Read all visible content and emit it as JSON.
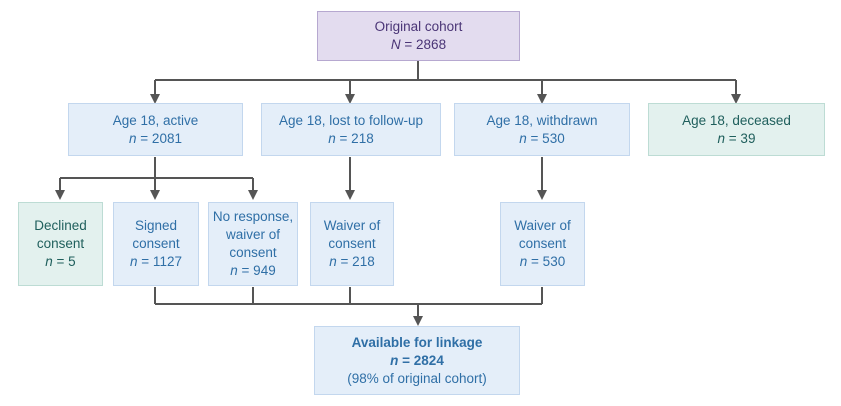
{
  "original": {
    "title": "Original cohort",
    "n_label": "N",
    "n_value": " = 2868"
  },
  "level1": [
    {
      "label": "Age 18, active",
      "n_label": "n",
      "n_value": " = 2081"
    },
    {
      "label": "Age 18, lost to follow-up",
      "n_label": "n",
      "n_value": " = 218"
    },
    {
      "label": "Age 18, withdrawn",
      "n_label": "n",
      "n_value": " = 530"
    },
    {
      "label": "Age 18, deceased",
      "n_label": "n",
      "n_value": " = 39"
    }
  ],
  "level2": [
    {
      "lines": [
        "Declined",
        "consent"
      ],
      "n_label": "n",
      "n_value": " = 5"
    },
    {
      "lines": [
        "Signed",
        "consent"
      ],
      "n_label": "n",
      "n_value": " = 1127"
    },
    {
      "lines": [
        "No response,",
        "waiver of",
        "consent"
      ],
      "n_label": "n",
      "n_value": " = 949"
    },
    {
      "lines": [
        "Waiver of",
        "consent"
      ],
      "n_label": "n",
      "n_value": " = 218"
    },
    {
      "lines": [
        "Waiver of",
        "consent"
      ],
      "n_label": "n",
      "n_value": " = 530"
    }
  ],
  "final": {
    "title": "Available for linkage",
    "n_label": "n",
    "n_value": " = 2824",
    "note": "(98% of original cohort)"
  },
  "colors": {
    "purple_fill": "#e3dcef",
    "blue_fill": "#e4eef9",
    "green_fill": "#e3f1ee",
    "connector": "#555555"
  }
}
